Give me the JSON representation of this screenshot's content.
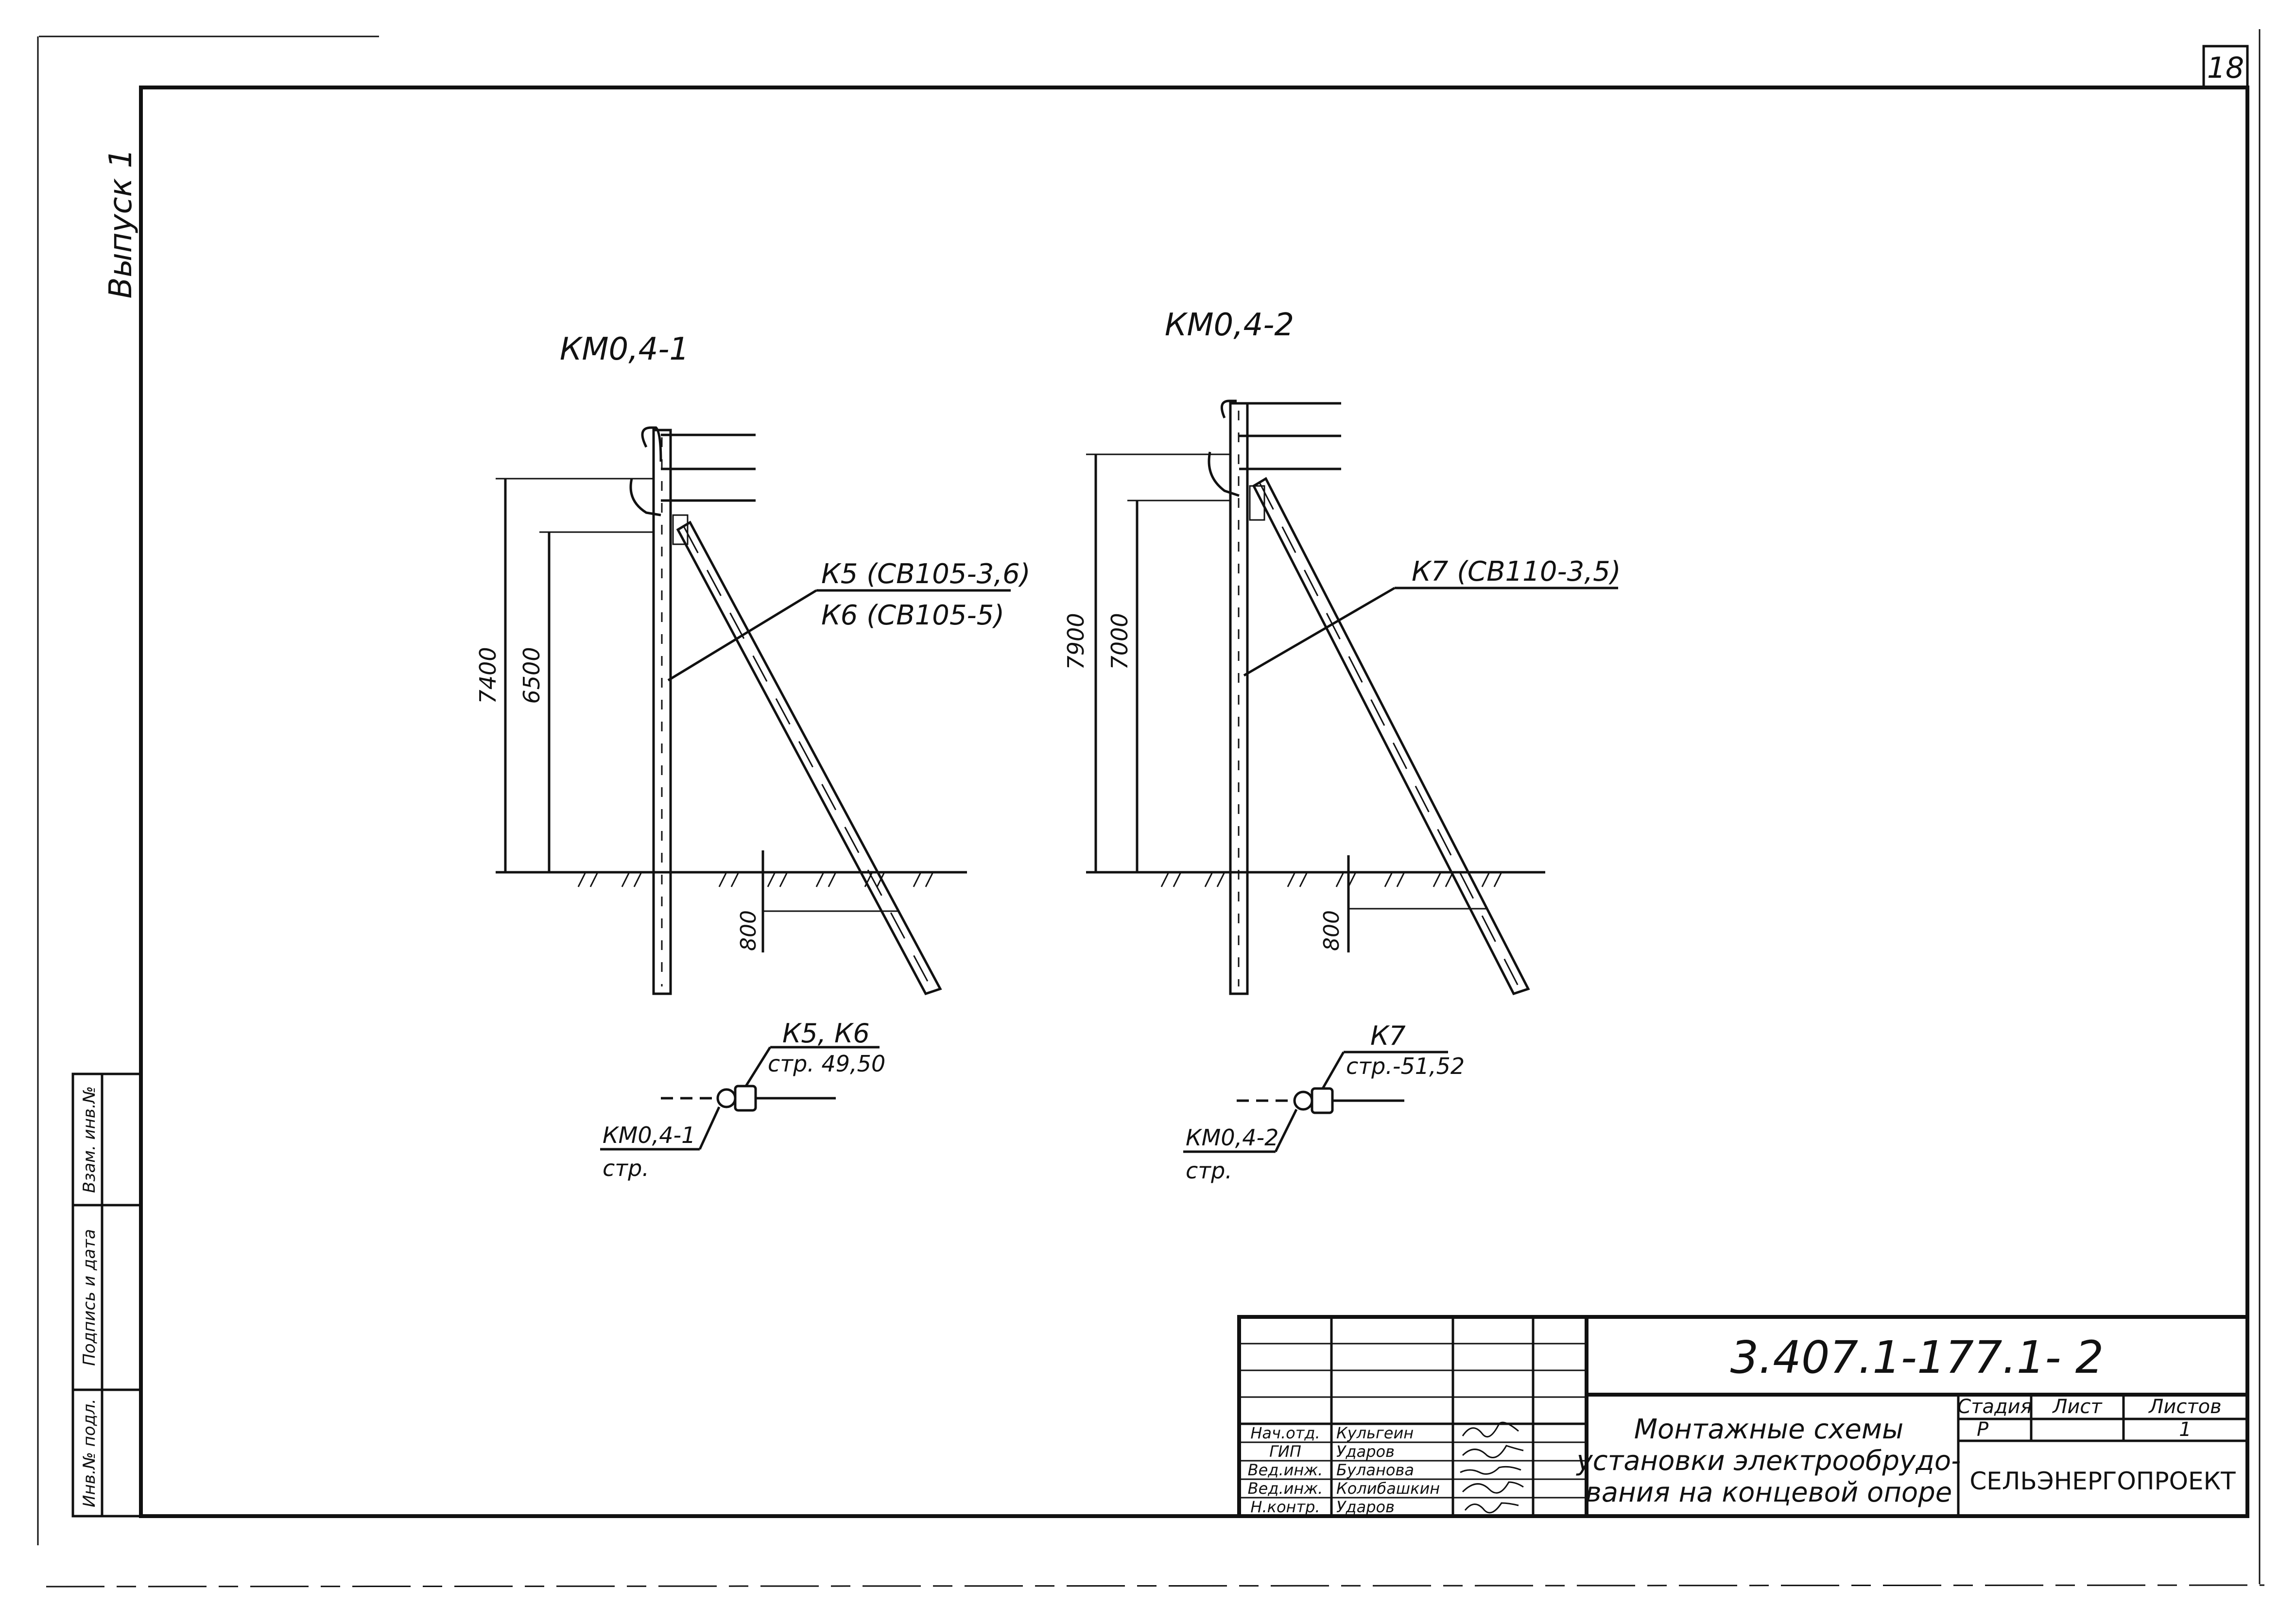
{
  "sheet_number": "18",
  "issue_label": "Выпуск 1",
  "side_stamp": {
    "inv_original": "Инв.№ подл.",
    "sign_date": "Подпись и дата",
    "replace_inv": "Взам. инв.№"
  },
  "schemes": [
    {
      "title": "КМ0,4-1",
      "dim_total": "7400",
      "dim_wire": "6500",
      "dim_depth": "800",
      "callout_line1": "К5 (СВ105-3,6)",
      "callout_line2": "К6 (СВ105-5)",
      "plan_ref_title": "К5, К6",
      "plan_ref_page": "стр. 49,50",
      "plan_support_label": "КМ0,4-1",
      "plan_support_page": "стр."
    },
    {
      "title": "КМ0,4-2",
      "dim_total": "7900",
      "dim_wire": "7000",
      "dim_depth": "800",
      "callout_line1": "К7 (СВ110-3,5)",
      "plan_ref_title": "К7",
      "plan_ref_page": "стр.-51,52",
      "plan_support_label": "КМ0,4-2",
      "plan_support_page": "стр."
    }
  ],
  "title_block": {
    "document_code": "3.407.1-177.1- 2",
    "drawing_title_line1": "Монтажные схемы",
    "drawing_title_line2": "установки электрообрудо-",
    "drawing_title_line3": "вания на концевой опоре",
    "stage_header": "Стадия",
    "sheet_header": "Лист",
    "sheets_header": "Листов",
    "stage_value": "Р",
    "sheets_value": "1",
    "organization": "СЕЛЬЭНЕРГОПРОЕКТ",
    "staff": [
      {
        "role": "Нач.отд.",
        "name": "Кульгеин"
      },
      {
        "role": "ГИП",
        "name": "Ударов"
      },
      {
        "role": "Вед.инж.",
        "name": "Буланова"
      },
      {
        "role": "Вед.инж.",
        "name": "Колибашкин"
      },
      {
        "role": "Н.контр.",
        "name": "Ударов"
      }
    ]
  }
}
